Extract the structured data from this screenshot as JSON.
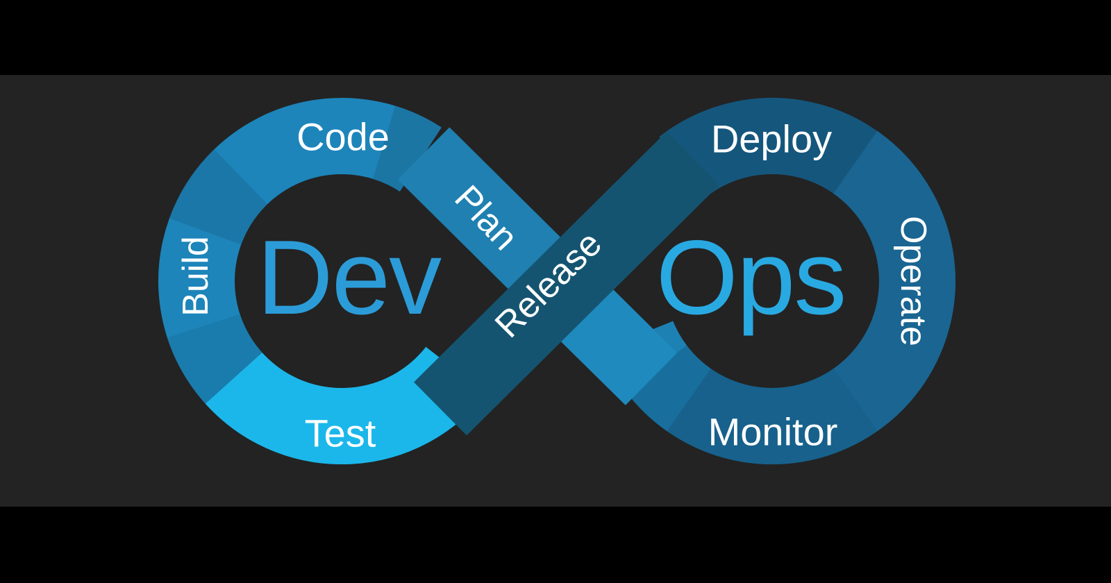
{
  "diagram": {
    "dev_label": "Dev",
    "ops_label": "Ops",
    "stages": {
      "plan": "Plan",
      "code": "Code",
      "build": "Build",
      "test": "Test",
      "release": "Release",
      "deploy": "Deploy",
      "operate": "Operate",
      "monitor": "Monitor"
    }
  },
  "colors": {
    "letterbox": "#000000",
    "background": "#232323",
    "left_ring": "#1D85BA",
    "left_ring_wedge_top_left": "#1A77A8",
    "left_ring_wedge_top_right": "#1B76A4",
    "left_ring_wedge_build_test": "#1A7CAD",
    "test_segment": "#1BB7EA",
    "right_ring": "#15567D",
    "operate_segment": "#1A6591",
    "monitor_segment": "#17618C",
    "monitor_light_wedge": "#186F9D",
    "right_ring_light_segment": "#1E81B3",
    "plan_band": "#1F80B1",
    "plan_band_lower": "#1F8ABD",
    "release_band": "#145470",
    "dev_text": "#2C9CD8",
    "ops_text": "#29A9E2",
    "label_text": "#FFFFFF"
  }
}
